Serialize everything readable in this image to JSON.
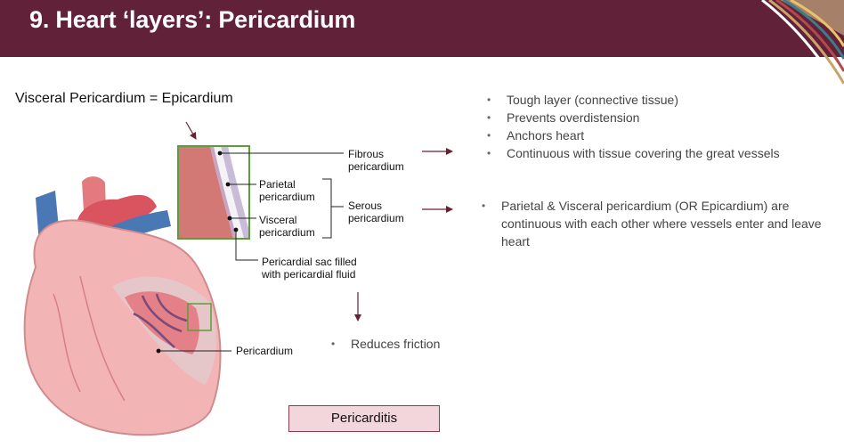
{
  "header": {
    "title": "9. Heart ‘layers’: Pericardium"
  },
  "equation": "Visceral Pericardium = Epicardium",
  "labels": {
    "fibrous": [
      "Fibrous",
      "pericardium"
    ],
    "parietal": [
      "Parietal",
      "pericardium"
    ],
    "visceral": [
      "Visceral",
      "pericardium"
    ],
    "serous": [
      "Serous",
      "pericardium"
    ],
    "sac": [
      "Pericardial sac filled",
      "with pericardial fluid"
    ],
    "pericardium": "Pericardium"
  },
  "fibrous_points": [
    "Tough layer (connective tissue)",
    "Prevents overdistension",
    "Anchors heart",
    "Continuous with tissue covering the great vessels"
  ],
  "serous_point": "Parietal & Visceral pericardium (OR Epicardium) are continuous with each other where vessels enter and leave heart",
  "fluid_point": "Reduces friction",
  "condition_box": "Pericarditis",
  "colors": {
    "header": "#612239",
    "arrow": "#6b1f33",
    "highlight": "#5c9e3c",
    "box_fill": "#f2d6dc"
  },
  "icons": [
    "corner-stripes-decoration",
    "heart-illustration",
    "pericardium-layers-inset"
  ]
}
